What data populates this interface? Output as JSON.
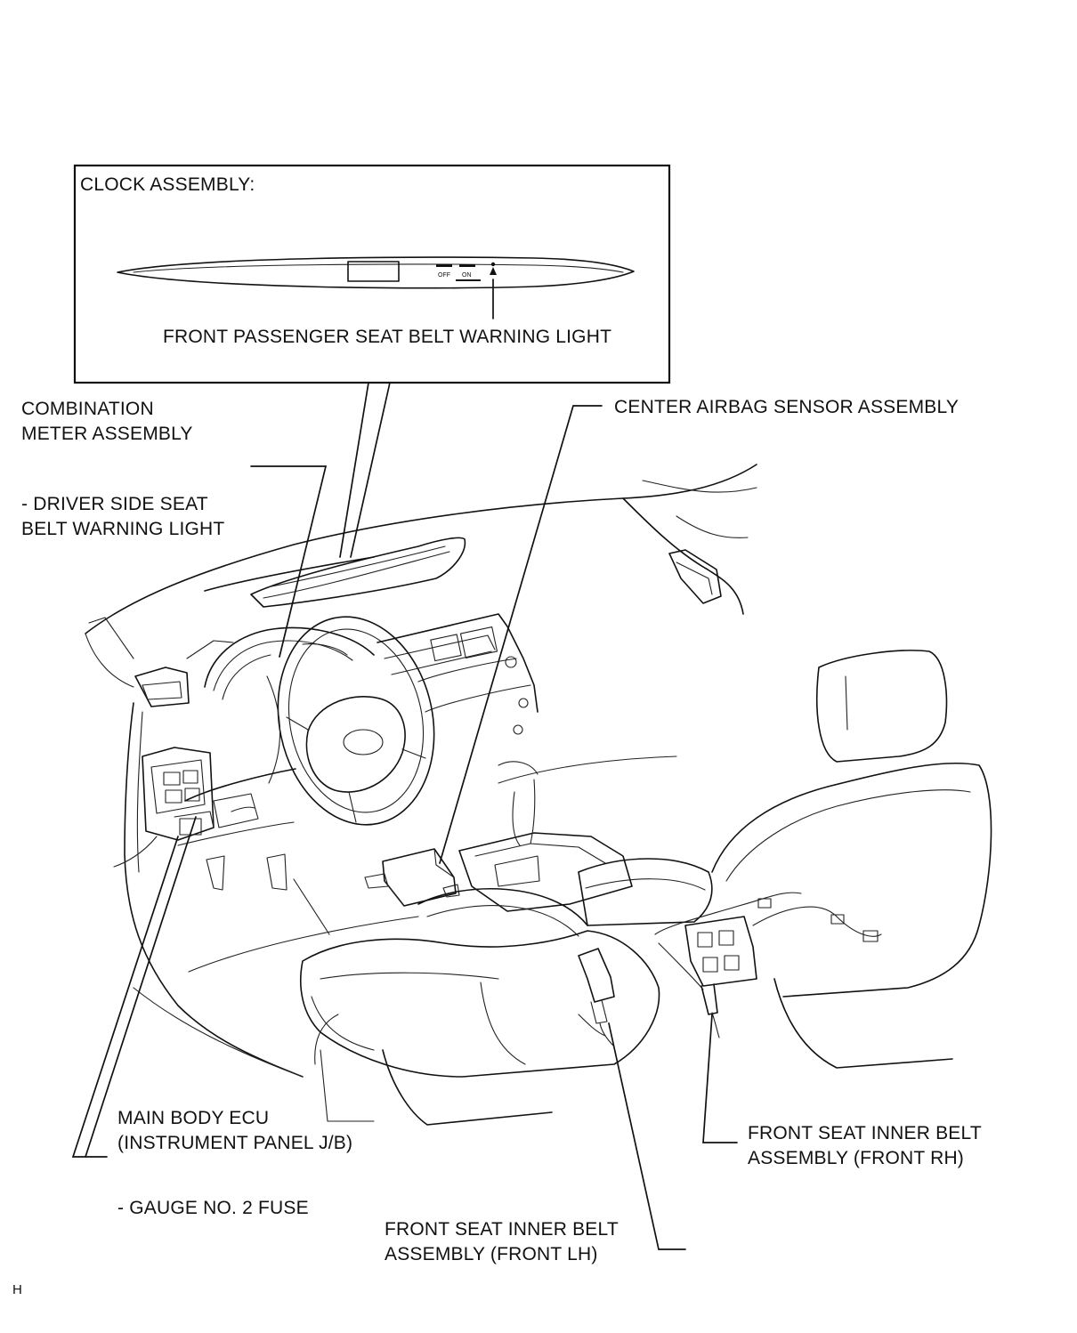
{
  "labels": {
    "clock_assembly": "CLOCK ASSEMBLY:",
    "front_passenger_light": "FRONT PASSENGER SEAT BELT WARNING LIGHT",
    "combination_meter": [
      "COMBINATION",
      "METER ASSEMBLY"
    ],
    "driver_side_light": [
      "- DRIVER SIDE SEAT",
      "BELT WARNING LIGHT"
    ],
    "center_airbag_sensor": "CENTER AIRBAG SENSOR ASSEMBLY",
    "main_body_ecu": [
      "MAIN BODY ECU",
      "(INSTRUMENT PANEL J/B)"
    ],
    "gauge_fuse": "- GAUGE NO. 2 FUSE",
    "inner_belt_rh": [
      "FRONT SEAT INNER BELT",
      "ASSEMBLY (FRONT RH)"
    ],
    "inner_belt_lh": [
      "FRONT SEAT INNER BELT",
      "ASSEMBLY (FRONT LH)"
    ],
    "corner_mark": "H"
  },
  "clock_panel": {
    "indicator_1": "OFF",
    "indicator_2": "ON"
  }
}
